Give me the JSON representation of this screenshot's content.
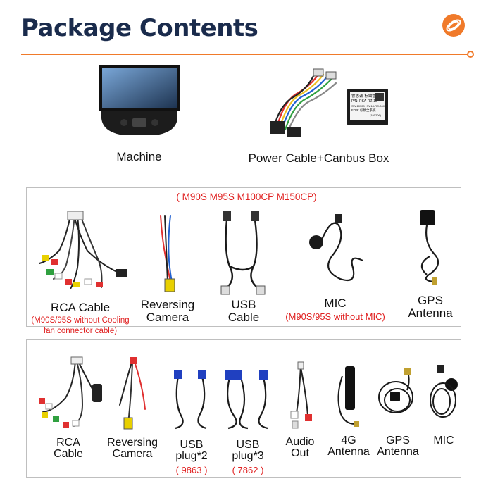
{
  "header": {
    "title": "Package Contents",
    "accent_color": "#f07a2a",
    "title_color": "#1a2b4c",
    "logo_icon": "orange-coil-logo-icon"
  },
  "top_items": [
    {
      "label": "Machine"
    },
    {
      "label": "Power Cable+Canbus Box"
    }
  ],
  "section1": {
    "models_note": "( M90S M95S M100CP M150CP)",
    "items": [
      {
        "label_lines": [
          "RCA Cable"
        ],
        "note_lines": [
          "(M90S/95S without Cooling",
          "fan connector cable)"
        ]
      },
      {
        "label_lines": [
          "Reversing",
          "Camera"
        ]
      },
      {
        "label_lines": [
          "USB",
          "Cable"
        ]
      },
      {
        "label_lines": [
          "MIC"
        ],
        "note_lines": [
          "(M90S/95S without MIC)"
        ]
      },
      {
        "label_lines": [
          "GPS",
          "Antenna"
        ]
      }
    ]
  },
  "section2": {
    "items": [
      {
        "label_lines": [
          "RCA",
          "Cable"
        ]
      },
      {
        "label_lines": [
          "Reversing",
          "Camera"
        ]
      },
      {
        "label_lines": [
          "USB",
          "plug*2"
        ],
        "note": "( 9863 )"
      },
      {
        "label_lines": [
          "USB",
          "plug*3"
        ],
        "note": "( 7862 )"
      },
      {
        "label_lines": [
          "Audio",
          "Out"
        ]
      },
      {
        "label_lines": [
          "4G",
          "Antenna"
        ]
      },
      {
        "label_lines": [
          "GPS",
          "Antenna"
        ]
      },
      {
        "label_lines": [
          "MIC"
        ]
      }
    ]
  },
  "canbus_box": {
    "brand": "睿志诚·标致雪铁龙",
    "model": "P/N: PSA-RZ-15",
    "line3": "SW:10108 HW:18-RC-06X",
    "line4": "FOR: 标致全系统",
    "line5": "(191206)"
  }
}
